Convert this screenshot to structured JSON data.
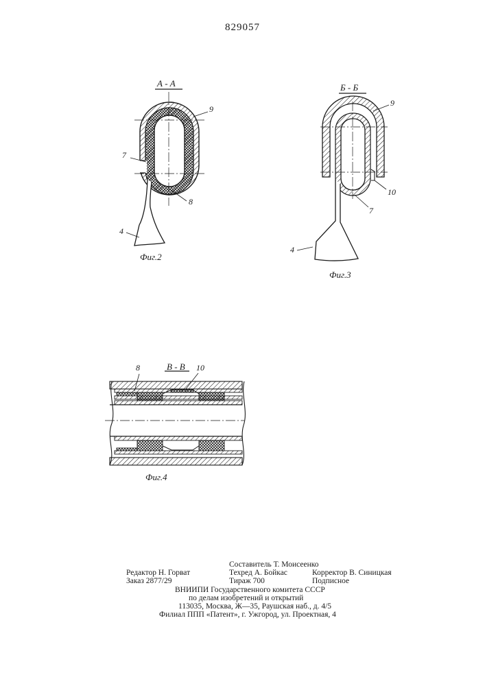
{
  "patent_number": "829057",
  "figures": {
    "fig2": {
      "section": "А - А",
      "caption": "Фиг.2",
      "leaders": {
        "n9": "9",
        "n7": "7",
        "n8": "8",
        "n4": "4"
      }
    },
    "fig3": {
      "section": "Б - Б",
      "caption": "Фиг.3",
      "leaders": {
        "n9": "9",
        "n10": "10",
        "n7": "7",
        "n4": "4"
      }
    },
    "fig4": {
      "section": "В - В",
      "caption": "Фиг.4",
      "leaders": {
        "n8": "8",
        "n10": "10"
      }
    }
  },
  "footer": {
    "compiler": "Составитель Т. Моисеенко",
    "editor": "Редактор Н. Горват",
    "techred": "Техред А. Бойкас",
    "corrector": "Корректор В. Синицкая",
    "order": "Заказ 2877/29",
    "circulation": "Тираж 700",
    "subscription": "Подписное",
    "org_line1": "ВНИИПИ  Государственного  комитета  СССР",
    "org_line2": "по  делам  изобретений  и  открытий",
    "address": "113035,  Москва,  Ж—35,  Раушская  наб.,  д.  4/5",
    "branch": "Филиал  ППП  «Патент»,  г.  Ужгород,  ул.  Проектная,  4"
  },
  "colors": {
    "ink": "#1a1a1a"
  }
}
